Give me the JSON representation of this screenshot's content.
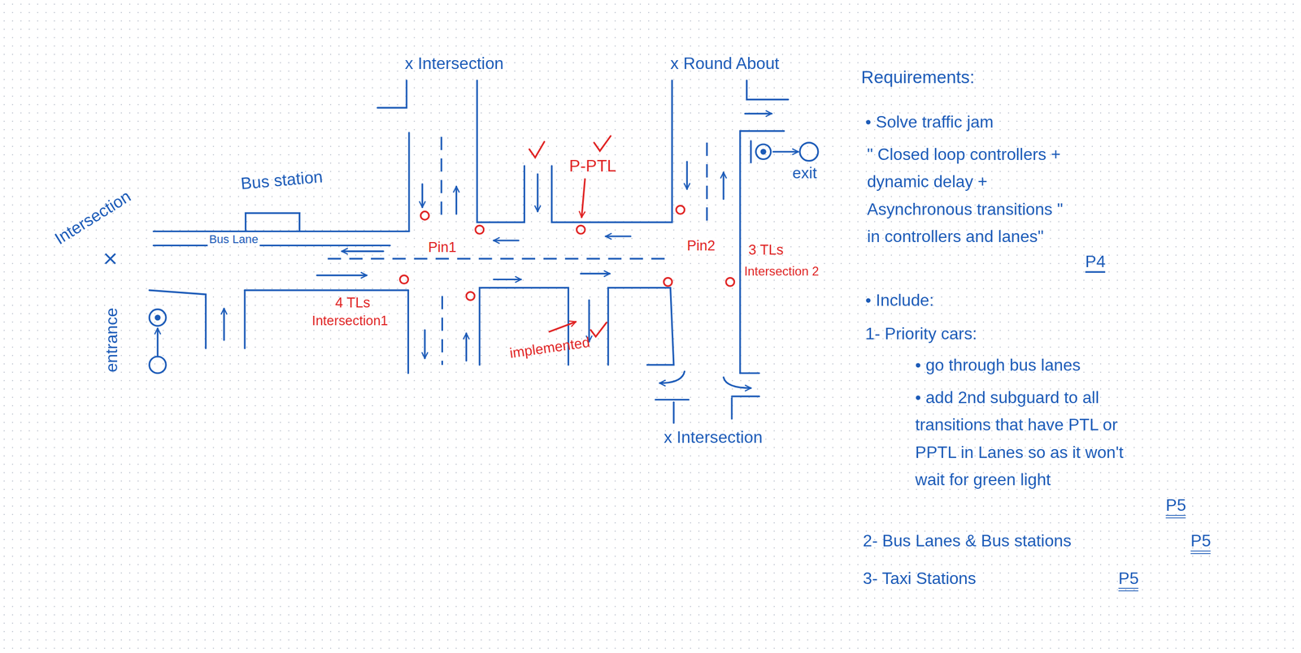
{
  "diagram": {
    "nodes": [
      {
        "text": [
          "Bus station"
        ]
      }
    ],
    "labels": [
      "x Intersection",
      "x Round About",
      "Intersection",
      "Bus Lane",
      "entrance",
      "exit",
      "P-PTL",
      "Pin1",
      "Pin2",
      "4 TLs",
      "Intersection1",
      "3 TLs",
      "Intersection 2",
      "implemented",
      "x Intersection",
      "Requirements:",
      "• Solve traffic jam",
      "\" Closed loop controllers + dynamic delay + Asynchronous transitions \" in controllers and lanes\"",
      "P4",
      "• Include:",
      "1- Priority cars:",
      "• go through bus lanes",
      "• add 2nd subguard to all transitions that have PTL or PPTL in Lanes so as it won't wait for green light",
      "P5",
      "2- Bus Lanes & Bus stations",
      "P5",
      "3- Taxi Stations",
      "P5"
    ]
  }
}
